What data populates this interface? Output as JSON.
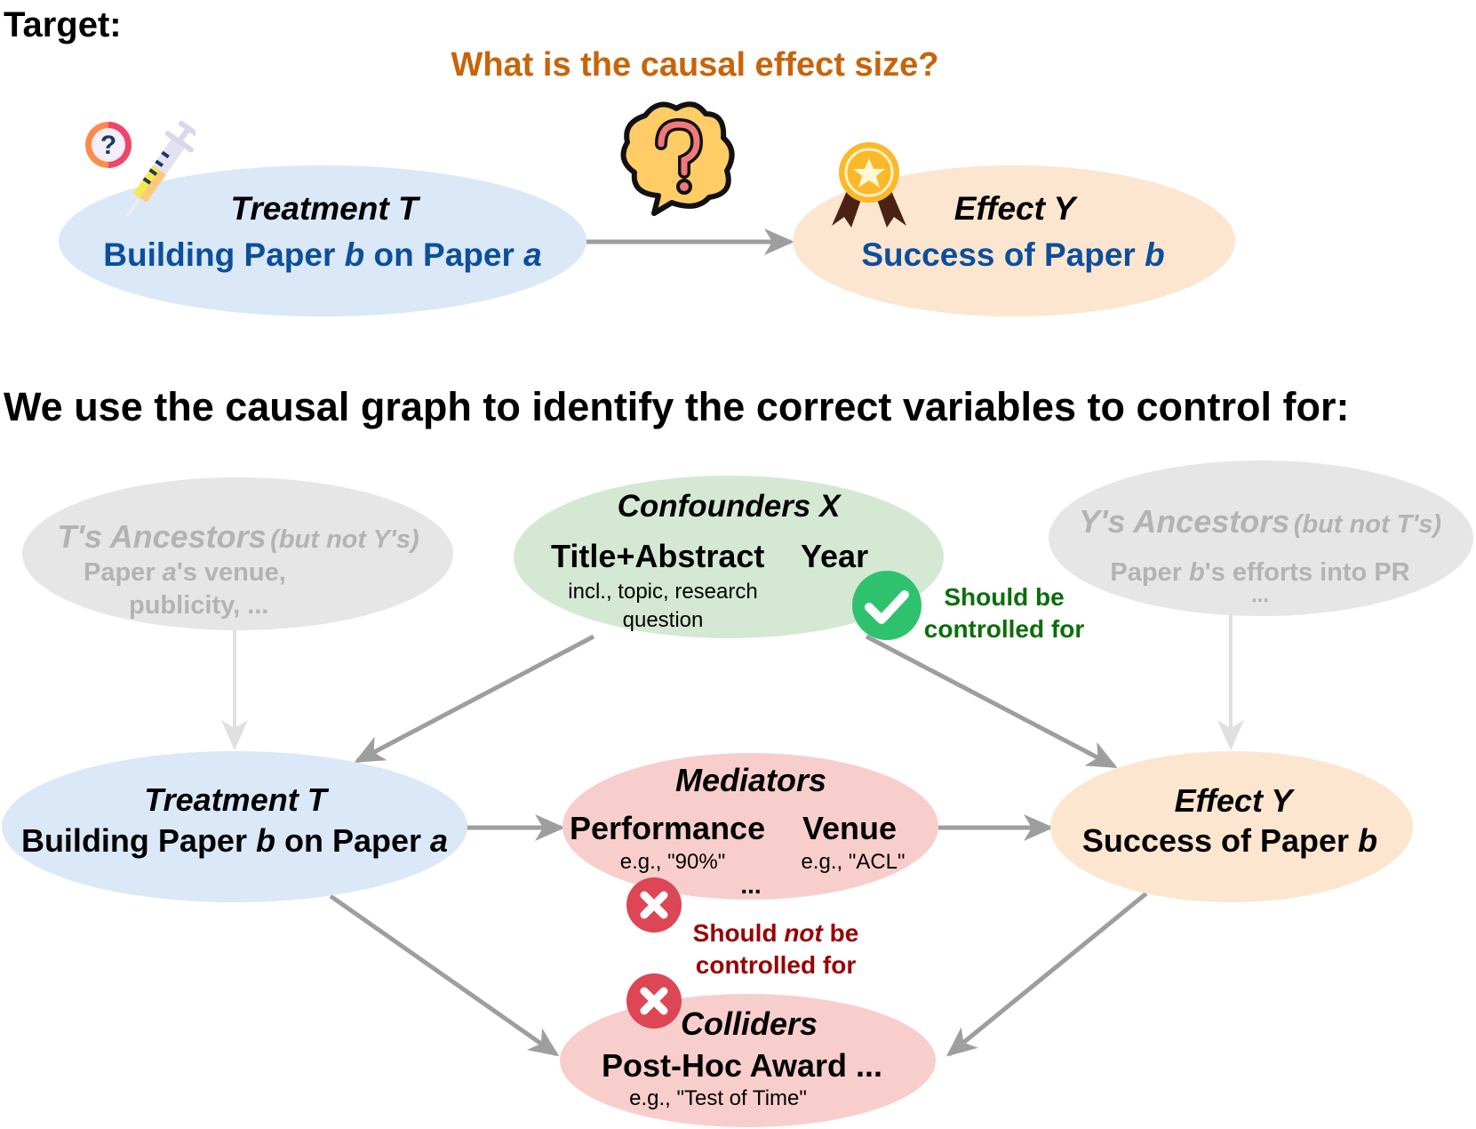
{
  "top": {
    "heading": "Target:",
    "question": "What is the causal effect size?",
    "treatment": {
      "title": "Treatment T",
      "label_parts": [
        "Building Paper ",
        "b",
        " on Paper ",
        "a"
      ]
    },
    "effect": {
      "title": "Effect Y",
      "label_parts": [
        "Success of Paper ",
        "b"
      ]
    },
    "icons": [
      "syringe-question-icon",
      "thought-bubble-question-icon",
      "award-medal-icon"
    ]
  },
  "graph": {
    "heading": "We use the causal graph to identify the correct variables to control for:",
    "t_ancestors": {
      "title": "T's Ancestors",
      "qualifier": "(but not Y's)",
      "line1_parts": [
        "Paper ",
        "a",
        "'s venue,"
      ],
      "line2": "publicity,  ..."
    },
    "y_ancestors": {
      "title": "Y's Ancestors",
      "qualifier": "(but not T's)",
      "line1_parts": [
        "Paper ",
        "b",
        "'s efforts into PR"
      ],
      "line2": "..."
    },
    "confounders": {
      "title": "Confounders X",
      "item1": "Title+Abstract",
      "item2": "Year",
      "note_line1": "incl., topic, research",
      "note_line2": "question"
    },
    "treatment": {
      "title": "Treatment T",
      "label_parts": [
        "Building Paper ",
        "b",
        " on Paper ",
        "a"
      ]
    },
    "mediators": {
      "title": "Mediators",
      "item1": "Performance",
      "item2": "Venue",
      "ex1": "e.g., \"90%\"",
      "ex2": "e.g., \"ACL\"",
      "more": "..."
    },
    "effect": {
      "title": "Effect Y",
      "label_parts": [
        "Success of Paper ",
        "b"
      ]
    },
    "colliders": {
      "title": "Colliders",
      "item1": "Post-Hoc Award  ...",
      "ex1": "e.g., \"Test of Time\""
    },
    "should_control": {
      "line1": "Should be",
      "line2": "controlled for",
      "icon": "check-circle-icon"
    },
    "should_not_control": {
      "line1_parts": [
        "Should ",
        "not",
        " be"
      ],
      "line2": "controlled for",
      "icon": "x-circle-icon"
    }
  },
  "colors": {
    "question_orange": "#C8640A",
    "blue_text": "#0B4F9C",
    "treatment_fill": "#DAE8F8",
    "effect_fill": "#FDE6CF",
    "confounder_fill": "#D5E8D4",
    "mediator_fill": "#F8CECC",
    "ancestor_fill": "#E6E6E6",
    "ancestor_text": "#B3B3B3",
    "arrow_gray": "#9E9E9E",
    "arrow_light": "#E0E0E0",
    "green_text": "#0A6E0A",
    "green_icon": "#2FC26E",
    "red_text": "#990000",
    "red_icon": "#DC4655"
  }
}
